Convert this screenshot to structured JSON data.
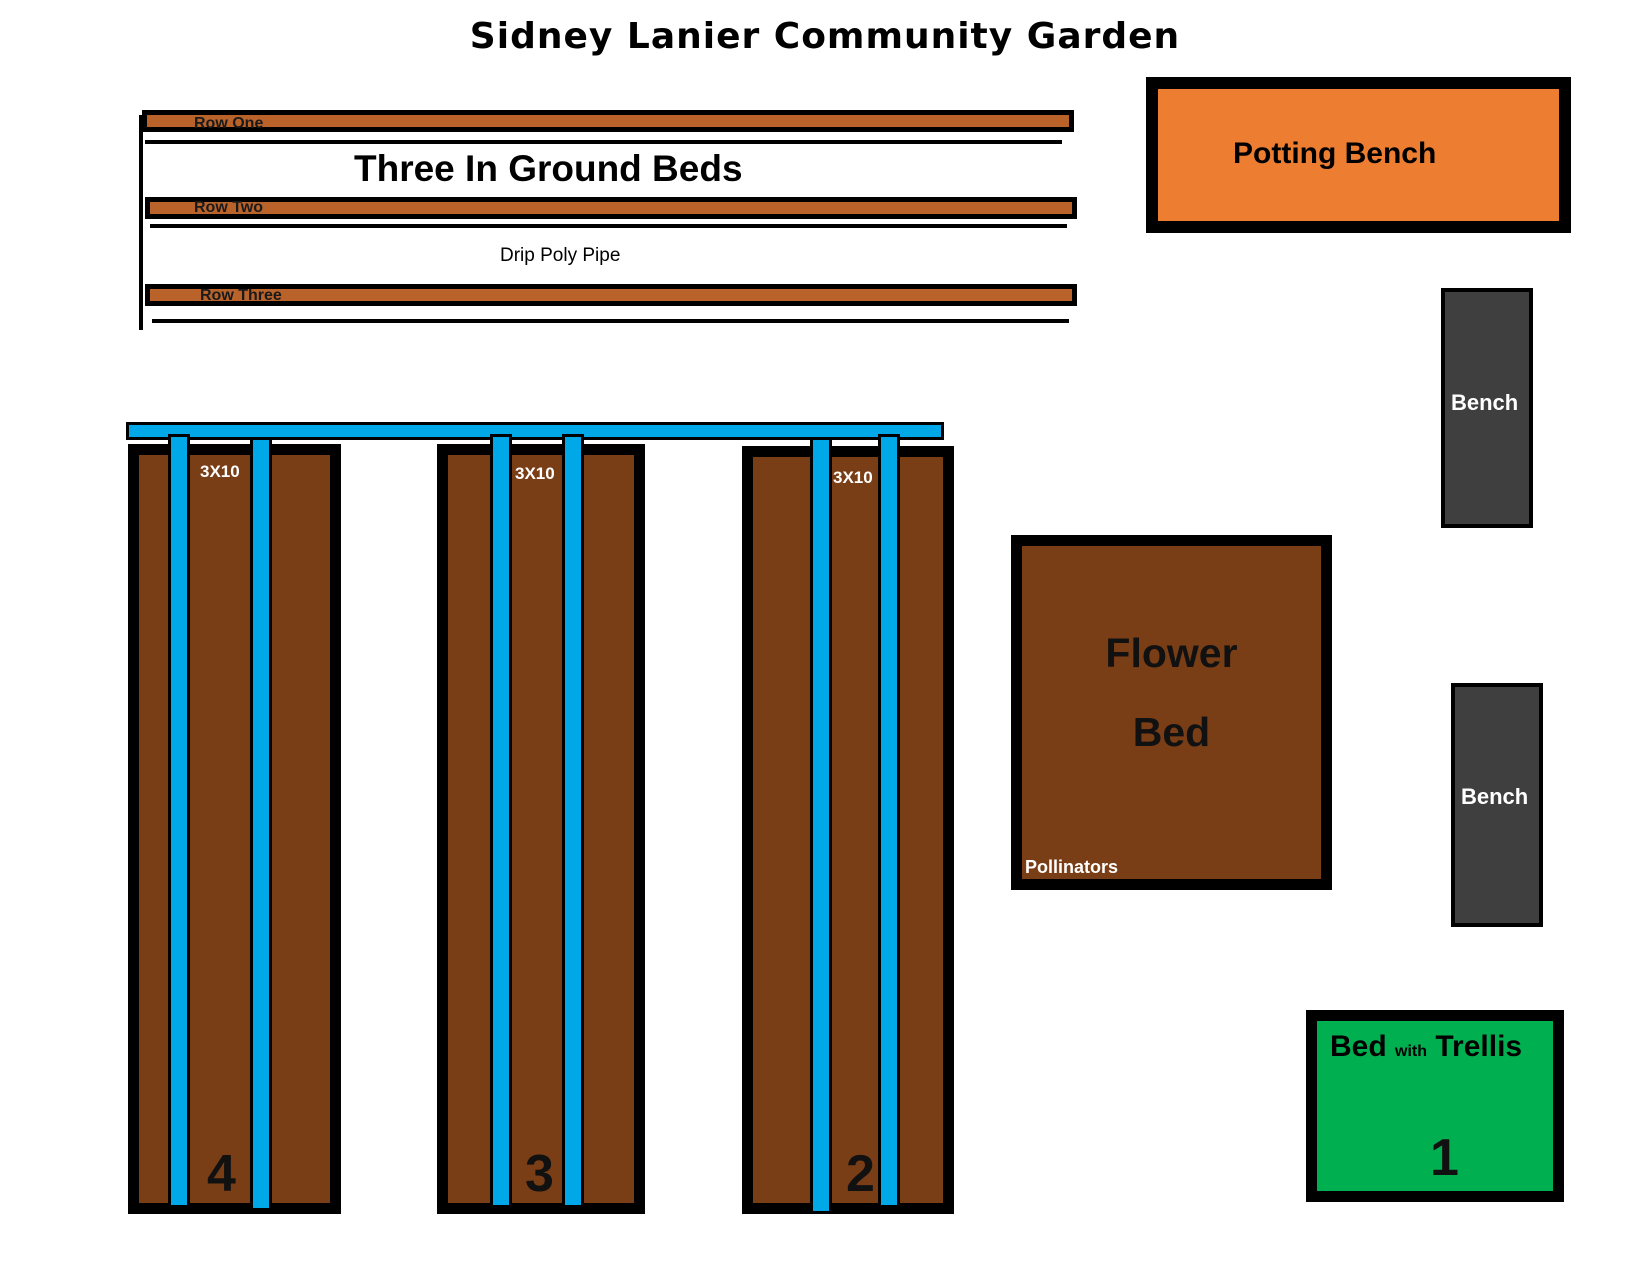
{
  "title": "Sidney Lanier Community Garden",
  "in_ground": {
    "label": "Three In Ground Beds",
    "pipe_label": "Drip Poly Pipe",
    "rows": [
      "Row One",
      "Row Two",
      "Row Three"
    ]
  },
  "raised_beds": [
    {
      "dims": "3X10",
      "number": "4"
    },
    {
      "dims": "3X10",
      "number": "3"
    },
    {
      "dims": "3X10",
      "number": "2"
    }
  ],
  "potting_bench": {
    "label": "Potting Bench"
  },
  "benches": [
    "Bench",
    "Bench"
  ],
  "flower_bed": {
    "line1": "Flower",
    "line2": "Bed",
    "note": "Pollinators"
  },
  "trellis_bed": {
    "word1": "Bed",
    "word2": "with",
    "word3": "Trellis",
    "number": "1"
  },
  "colors": {
    "row_strip": "#b9632b",
    "bed_soil": "#7a3e17",
    "drip_pipe": "#00a8e8",
    "potting_bench": "#ed7d31",
    "bench": "#3f3f3f",
    "trellis_bed": "#00b050"
  }
}
